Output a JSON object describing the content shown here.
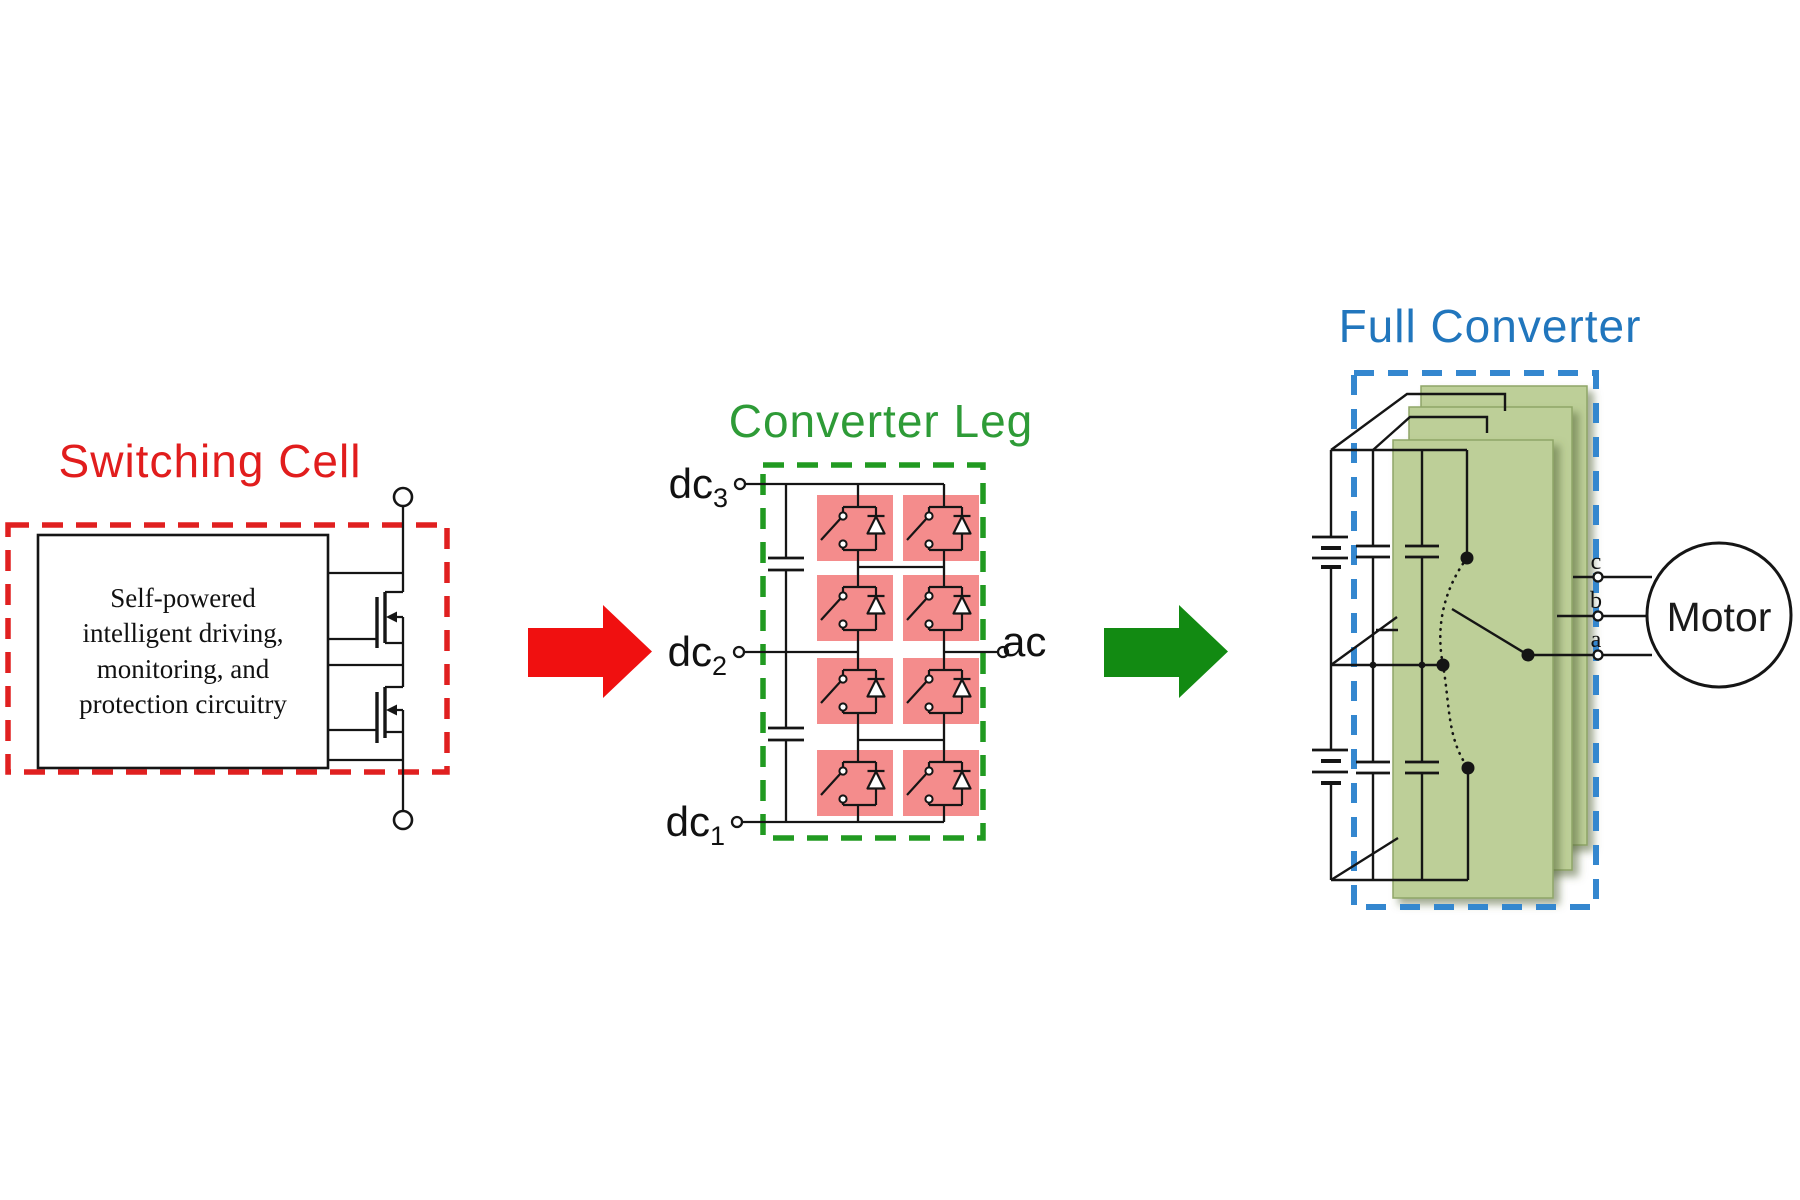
{
  "titles": {
    "switching_cell": "Switching Cell",
    "converter_leg": "Converter Leg",
    "full_converter": "Full Converter"
  },
  "switching_cell": {
    "box_lines": [
      "Self-powered",
      "intelligent driving,",
      "monitoring, and",
      "protection circuitry"
    ]
  },
  "converter_leg": {
    "dc_terminals": [
      {
        "base": "dc",
        "sub": "3"
      },
      {
        "base": "dc",
        "sub": "2"
      },
      {
        "base": "dc",
        "sub": "1"
      }
    ],
    "ac_label": "ac"
  },
  "full_converter": {
    "motor_label": "Motor",
    "phase_labels": [
      "c",
      "b",
      "a"
    ]
  },
  "colors": {
    "title_red": "#e11d1d",
    "title_green": "#2e9b37",
    "title_blue": "#2176bd",
    "dash_red": "#e02020",
    "dash_green": "#219a21",
    "dash_blue": "#3487cf",
    "arrow_red": "#f01010",
    "arrow_green": "#128a12",
    "cell_pink": "#f48c8c",
    "panel_green": "#bdcf98",
    "panel_edge": "#8fa567"
  }
}
